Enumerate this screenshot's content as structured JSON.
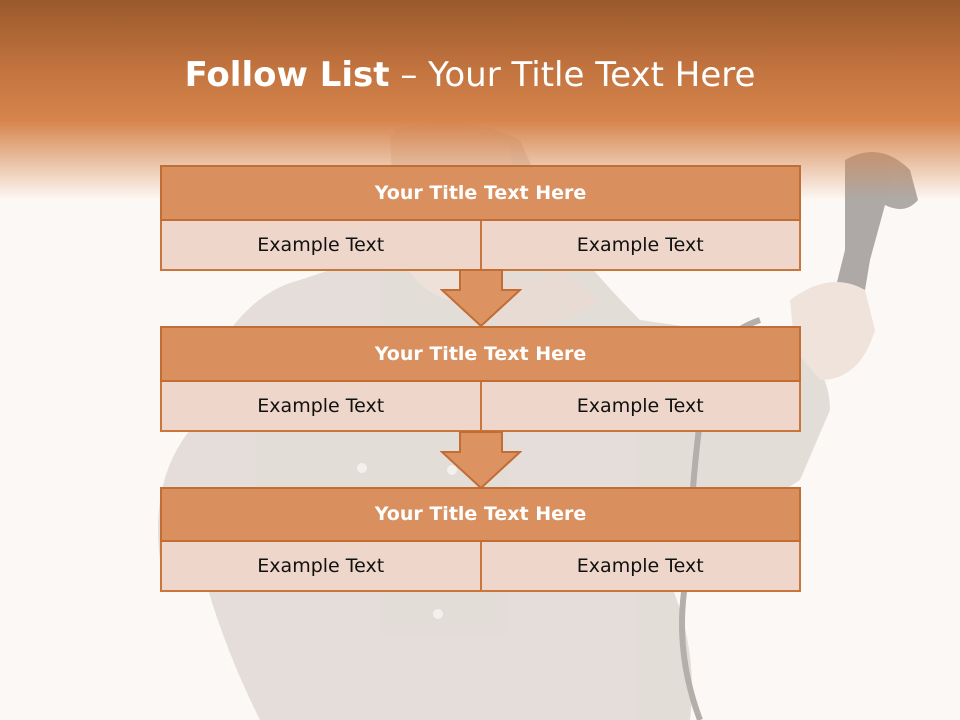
{
  "slide": {
    "title_bold": "Follow List",
    "title_rest": " – Your Title Text Here"
  },
  "blocks": [
    {
      "title": "Your Title Text Here",
      "left": "Example Text",
      "right": "Example Text"
    },
    {
      "title": "Your Title Text Here",
      "left": "Example Text",
      "right": "Example Text"
    },
    {
      "title": "Your Title Text Here",
      "left": "Example Text",
      "right": "Example Text"
    }
  ],
  "colors": {
    "header": "#c3743f",
    "box_title": "#d98f5e",
    "box_border": "#c26d33",
    "cell": "#efd6cb",
    "arrow": "#dd9261"
  },
  "background_image": "faded man shouting into telephone receiver"
}
